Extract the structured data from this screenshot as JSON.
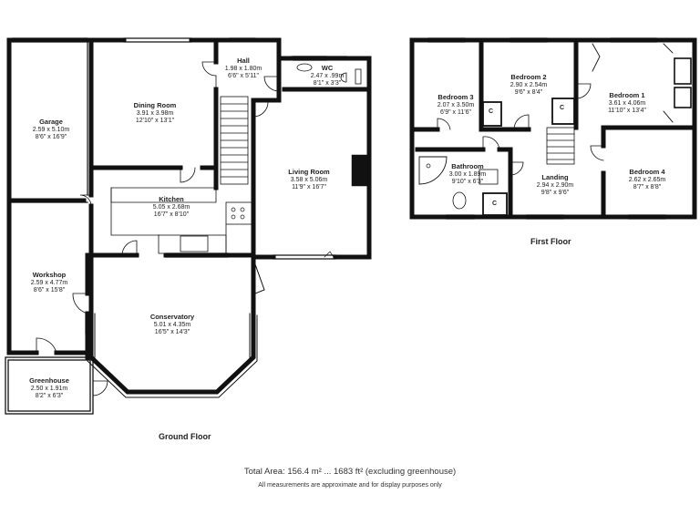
{
  "ground_floor": {
    "caption": "Ground Floor",
    "rooms": [
      {
        "key": "garage",
        "name": "Garage",
        "metric": "2.59 x 5.10m",
        "imperial": "8'6\" x 16'9\""
      },
      {
        "key": "dining",
        "name": "Dining Room",
        "metric": "3.91 x 3.98m",
        "imperial": "12'10\" x 13'1\""
      },
      {
        "key": "hall",
        "name": "Hall",
        "metric": "1.98 x 1.80m",
        "imperial": "6'6\" x 5'11\""
      },
      {
        "key": "wc",
        "name": "WC",
        "metric": "2.47 x .99m",
        "imperial": "8'1\" x 3'3\""
      },
      {
        "key": "living",
        "name": "Living Room",
        "metric": "3.58 x 5.06m",
        "imperial": "11'9\" x 16'7\""
      },
      {
        "key": "kitchen",
        "name": "Kitchen",
        "metric": "5.05 x 2.68m",
        "imperial": "16'7\" x 8'10\""
      },
      {
        "key": "workshop",
        "name": "Workshop",
        "metric": "2.59 x 4.77m",
        "imperial": "8'6\" x 15'8\""
      },
      {
        "key": "conservatory",
        "name": "Conservatory",
        "metric": "5.01 x 4.35m",
        "imperial": "16'5\" x 14'3\""
      },
      {
        "key": "greenhouse",
        "name": "Greenhouse",
        "metric": "2.50 x 1.91m",
        "imperial": "8'2\" x 6'3\""
      }
    ]
  },
  "first_floor": {
    "caption": "First Floor",
    "rooms": [
      {
        "key": "bed3",
        "name": "Bedroom 3",
        "metric": "2.07 x 3.50m",
        "imperial": "6'9\" x 11'6\""
      },
      {
        "key": "bed2",
        "name": "Bedroom 2",
        "metric": "2.90 x 2.54m",
        "imperial": "9'6\" x 8'4\""
      },
      {
        "key": "bed1",
        "name": "Bedroom 1",
        "metric": "3.61 x 4.06m",
        "imperial": "11'10\" x 13'4\""
      },
      {
        "key": "bathroom",
        "name": "Bathroom",
        "metric": "3.00 x 1.89m",
        "imperial": "9'10\" x 6'3\""
      },
      {
        "key": "landing",
        "name": "Landing",
        "metric": "2.94 x 2.90m",
        "imperial": "9'8\" x 9'6\""
      },
      {
        "key": "bed4",
        "name": "Bedroom 4",
        "metric": "2.62 x 2.65m",
        "imperial": "8'7\" x 8'8\""
      }
    ],
    "cupboard_label": "C"
  },
  "footer": {
    "total_area": "Total Area: 156.4 m² ... 1683 ft² (excluding greenhouse)",
    "disclaimer": "All measurements are approximate and for display purposes only"
  }
}
